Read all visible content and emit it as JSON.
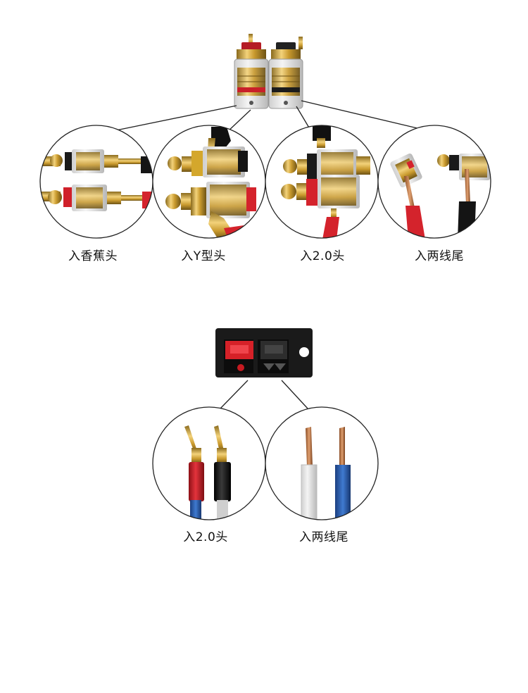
{
  "section_top": {
    "labels": [
      "入香蕉头",
      "入Y型头",
      "入2.0头",
      "入两线尾"
    ]
  },
  "section_bottom": {
    "labels": [
      "入2.0头",
      "入两线尾"
    ]
  },
  "colors": {
    "gold": "#d4a72c",
    "red": "#d81e2a",
    "black": "#1a1a1a",
    "blue": "#2a5fb0",
    "copper": "#c77a45"
  }
}
